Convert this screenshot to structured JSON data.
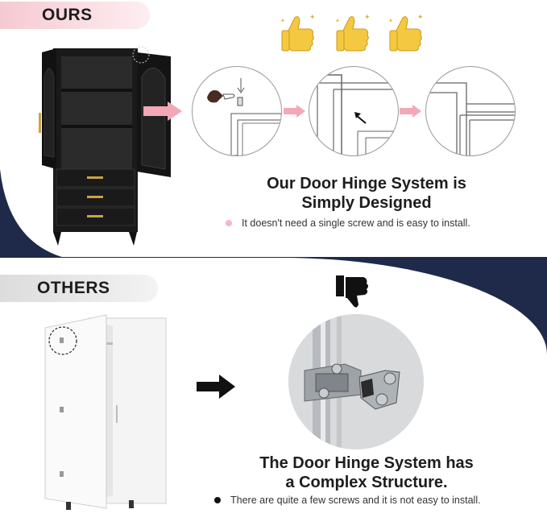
{
  "ours": {
    "tag": "OURS",
    "headline_line1": "Our Door Hinge System is",
    "headline_line2": "Simply Designed",
    "bullet": "It doesn't need a single screw and is easy to install.",
    "colors": {
      "tag": "#f6c9d2",
      "bullet_dot": "#f3b8c4",
      "arrow": "#f4a7b4"
    }
  },
  "others": {
    "tag": "OTHERS",
    "headline_line1": "The Door Hinge System has",
    "headline_line2": "a Complex Structure.",
    "bullet": "There are quite a few screws and it is not easy to install.",
    "colors": {
      "tag": "#dcdcdc",
      "bullet_dot": "#111111",
      "accent_bg": "#1f2a4a"
    }
  },
  "icons": [
    "thumbs-up-icon",
    "thumbs-down-icon",
    "arrow-right-icon"
  ]
}
